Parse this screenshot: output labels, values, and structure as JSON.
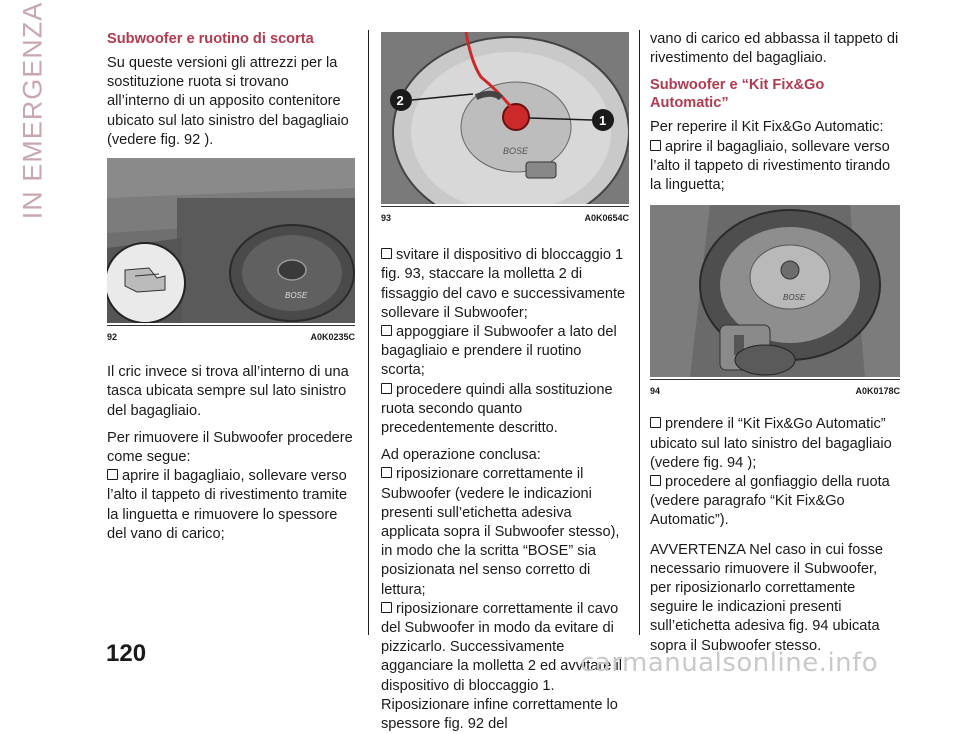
{
  "side_tab": "IN EMERGENZA",
  "page_number": "120",
  "watermark": "carmanualsonline.info",
  "col1": {
    "heading": "Subwoofer e ruotino di scorta",
    "intro": "Su queste versioni gli attrezzi per la sostituzione ruota si trovano all’interno di un apposito contenitore ubicato sul lato sinistro del bagagliaio (vedere fig. 92 ).",
    "figure": {
      "num": "92",
      "code": "A0K0235C"
    },
    "para1": "Il cric invece si trova all’interno di una tasca ubicata sempre sul lato sinistro del bagagliaio.",
    "para2": "Per rimuovere il Subwoofer procedere come segue:",
    "bullet1": "aprire il bagagliaio, sollevare verso l’alto il tappeto di rivestimento tramite la linguetta e rimuovere lo spessore del vano di carico;"
  },
  "col2": {
    "figure": {
      "num": "93",
      "code": "A0K0654C",
      "callout1": "1",
      "callout2": "2",
      "logo": "BOSE"
    },
    "bullets_a": [
      "svitare il dispositivo di bloccaggio 1 fig. 93, staccare la molletta 2 di fissaggio del cavo e successivamente sollevare il Subwoofer;",
      "appoggiare il Subwoofer a lato del bagagliaio e prendere il ruotino scorta;",
      "procedere quindi alla sostituzione ruota secondo quanto precedentemente descritto."
    ],
    "para": "Ad operazione conclusa:",
    "bullets_b": [
      "riposizionare correttamente il Subwoofer (vedere le indicazioni presenti sull’etichetta adesiva applicata sopra il Subwoofer stesso), in modo che la scritta “BOSE” sia posizionata nel senso corretto di lettura;",
      "riposizionare correttamente il cavo del Subwoofer in modo da evitare di pizzicarlo. Successivamente agganciare la molletta 2 ed avvitare il dispositivo di bloccaggio 1. Riposizionare infine correttamente lo spessore fig. 92 del"
    ]
  },
  "col3": {
    "cont": "vano di carico ed abbassa il tappeto di rivestimento del bagagliaio.",
    "heading": "Subwoofer e “Kit Fix&Go Automatic”",
    "para": "Per reperire il Kit Fix&Go Automatic:",
    "bullet1": "aprire il bagagliaio, sollevare verso l’alto il tappeto di rivestimento tirando la linguetta;",
    "figure": {
      "num": "94",
      "code": "A0K0178C"
    },
    "bullets": [
      "prendere il “Kit Fix&Go Automatic” ubicato sul lato sinistro del bagagliaio (vedere fig. 94 );",
      "procedere al gonfiaggio della ruota (vedere paragrafo “Kit Fix&Go Automatic”)."
    ],
    "warning": "AVVERTENZA Nel caso in cui fosse necessario rimuovere il Subwoofer, per riposizionarlo correttamente seguire le indicazioni presenti sull’etichetta adesiva fig. 94 ubicata sopra il Subwoofer stesso."
  }
}
